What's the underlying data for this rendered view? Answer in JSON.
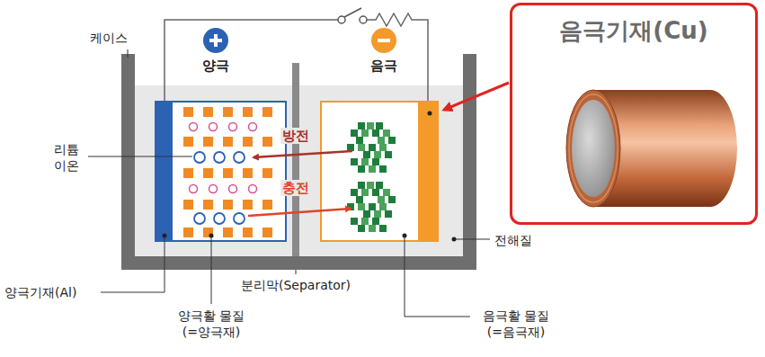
{
  "diagram": {
    "nodes": [
      {
        "text": [
          "음극기재(Cu)"
        ]
      }
    ],
    "labels": [
      "케이스",
      "양극",
      "음극",
      "리튬 이온",
      "방전",
      "충전",
      "전해질",
      "양극기재(Al)",
      "분리막(Separator)",
      "양극활 물질 (=양극재)",
      "음극활 물질 (=음극재)"
    ]
  }
}
